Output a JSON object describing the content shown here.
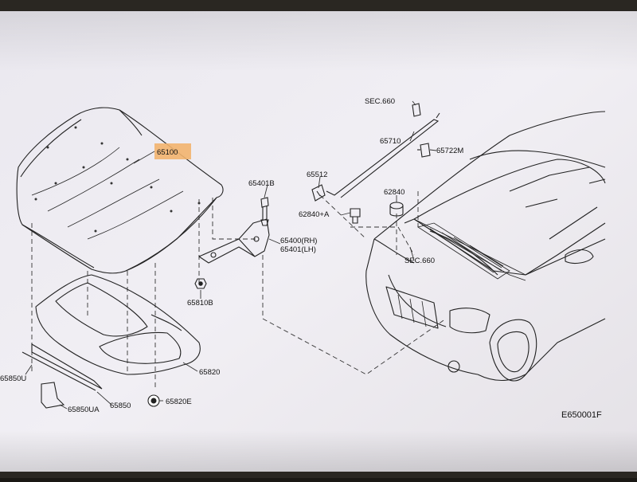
{
  "diagram": {
    "figure_code": "E650001F",
    "highlight_color": "#f2b46e",
    "callouts": {
      "hood": "65100",
      "sec660_top": "SEC.660",
      "hood_rod": "65710",
      "rod_clip": "65722M",
      "rod_grommet": "65512",
      "bumper_rubber": "62840",
      "bolt_assembly": "62840+A",
      "hinge_bolt": "65401B",
      "hinge_rh": "65400(RH)",
      "hinge_lh": "65401(LH)",
      "nut": "65810B",
      "sec660_cowl": "SEC.660",
      "insulator": "65820",
      "clip": "65820E",
      "seal": "65850",
      "seal_u": "65850U",
      "seal_ua": "65850UA"
    }
  }
}
